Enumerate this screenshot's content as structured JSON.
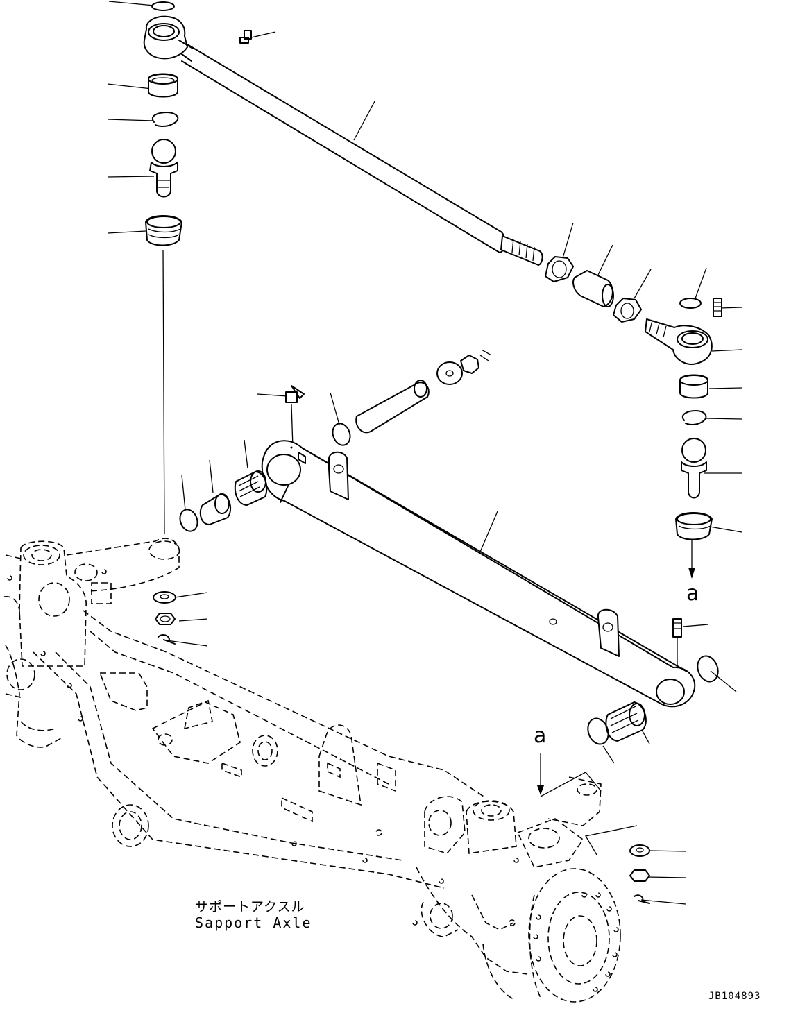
{
  "caption": {
    "japanese": "サポートアクスル",
    "english": "Sapport Axle"
  },
  "reference_marks": [
    "a",
    "a"
  ],
  "drawing_id": "JB104893"
}
